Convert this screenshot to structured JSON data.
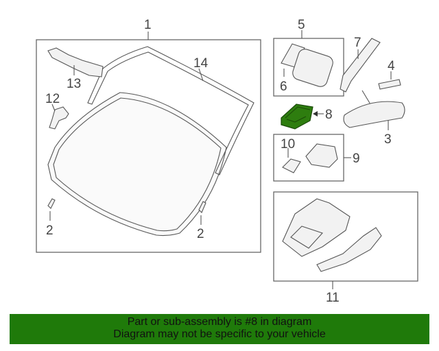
{
  "callouts": {
    "c1": "1",
    "c2a": "2",
    "c2b": "2",
    "c3": "3",
    "c4": "4",
    "c5": "5",
    "c6": "6",
    "c7": "7",
    "c8": "8",
    "c9": "9",
    "c10": "10",
    "c11": "11",
    "c12": "12",
    "c13": "13",
    "c14": "14"
  },
  "highlight_color": "#2e7d0f",
  "footer": {
    "line1": "Part or sub-assembly is #8 in diagram",
    "line2": "Diagram may not be specific to your vehicle",
    "background": "#1f7a0a"
  }
}
